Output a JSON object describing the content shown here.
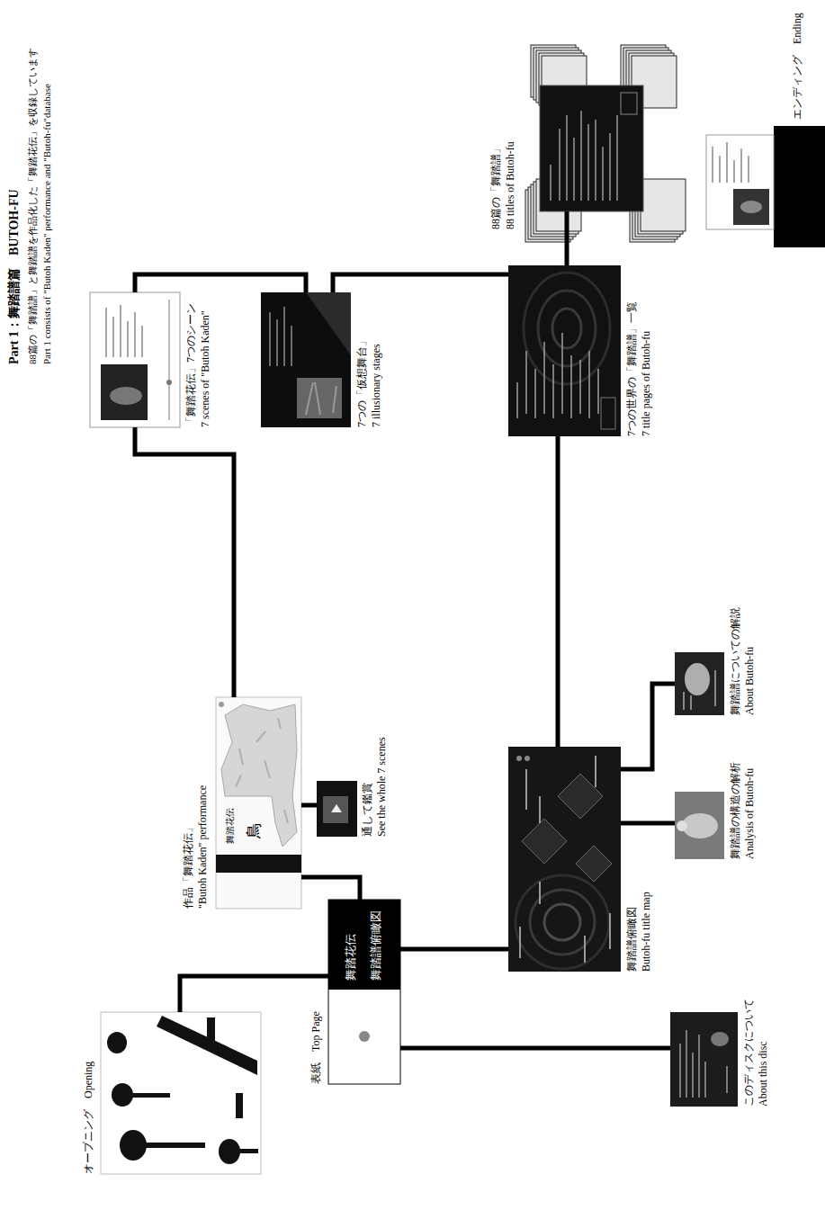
{
  "diagram": {
    "title": "Part 1：舞踏譜篇　BUTOH-FU",
    "nodes": [
      {
        "text": [
          "オープニング　Opening"
        ]
      },
      {
        "text": [
          "表紙　Top Page",
          "舞踏花伝",
          "舞踏譜俯瞰図"
        ]
      },
      {
        "text": [
          "このディスクについて",
          "About this disc"
        ]
      },
      {
        "text": [
          "作品「舞踏花伝」",
          "\"Butoh Kaden\" performance",
          "舞踏花伝",
          "鳥"
        ]
      },
      {
        "text": [
          "通して鑑賞",
          "See the whole 7 scenes"
        ]
      },
      {
        "text": [
          "舞踏譜俯瞰図",
          "Butoh-fu title map"
        ]
      },
      {
        "text": [
          "舞踏譜の構造の解析",
          "Analysis of Butoh-fu"
        ]
      },
      {
        "text": [
          "舞踏譜についての解説",
          "About Butoh-fu"
        ]
      },
      {
        "text": [
          "「舞踏花伝」7つのシーン",
          "7 scenes of \"Butoh Kaden\""
        ]
      },
      {
        "text": [
          "7つの「仮想舞台」",
          "7 illusionary stages"
        ]
      },
      {
        "text": [
          "7つの世界の「舞踏譜」一覧",
          "7 title pages of Butoh-fu"
        ]
      },
      {
        "text": [
          "88篇の「舞踏譜」",
          "88 titles of Butoh-fu"
        ]
      },
      {
        "text": [
          "エンディング　Ending"
        ]
      }
    ],
    "edges": [
      {
        "from": 0,
        "to": 1,
        "arrow": "none"
      },
      {
        "from": 1,
        "to": 3,
        "arrow": "none"
      },
      {
        "from": 1,
        "to": 5,
        "arrow": "none"
      },
      {
        "from": 1,
        "to": 2,
        "arrow": "none"
      },
      {
        "from": 3,
        "to": 4,
        "arrow": "none"
      },
      {
        "from": 3,
        "to": 8,
        "arrow": "none"
      },
      {
        "from": 8,
        "to": 9,
        "arrow": "none"
      },
      {
        "from": 9,
        "to": 10,
        "arrow": "none"
      },
      {
        "from": 10,
        "to": 11,
        "arrow": "none"
      },
      {
        "from": 5,
        "to": 10,
        "arrow": "none"
      },
      {
        "from": 5,
        "to": 6,
        "arrow": "none"
      },
      {
        "from": 5,
        "to": 7,
        "arrow": "none"
      }
    ],
    "labels": [
      "88篇の「舞踏譜」と舞踏譜を作品化した「舞踏花伝」を収録しています",
      "Part 1 consists of \"Butoh Kaden\" performance and \"Butoh-fu\"database"
    ]
  }
}
